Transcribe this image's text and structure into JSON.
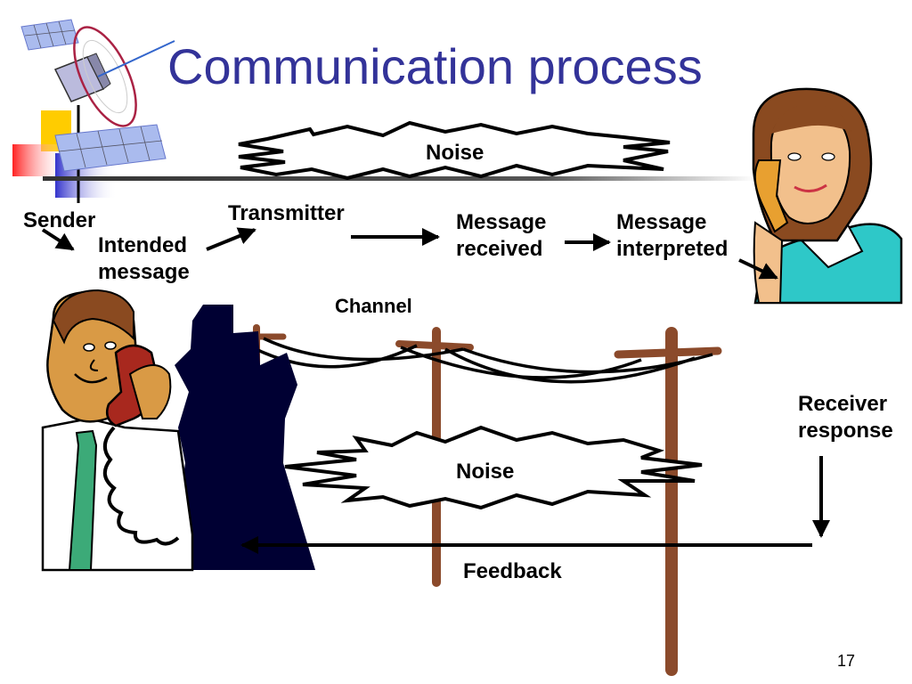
{
  "title": "Communication process",
  "labels": {
    "noise_top": "Noise",
    "sender": "Sender",
    "intended_line1": "Intended",
    "intended_line2": "message",
    "transmitter": "Transmitter",
    "msg_received_line1": "Message",
    "msg_received_line2": "received",
    "msg_interpreted_line1": "Message",
    "msg_interpreted_line2": "interpreted",
    "channel": "Channel",
    "receiver_line1": "Receiver",
    "receiver_line2": "response",
    "noise_bottom": "Noise",
    "feedback": "Feedback"
  },
  "page_number": "17",
  "colors": {
    "title": "#333399",
    "pole": "#8B4A2B",
    "shadow_figure": "#000033",
    "tie": "#3CAA78",
    "phone_red": "#A8281E",
    "phone_orange": "#E8A030",
    "shirt_cyan": "#2EC8C8"
  }
}
